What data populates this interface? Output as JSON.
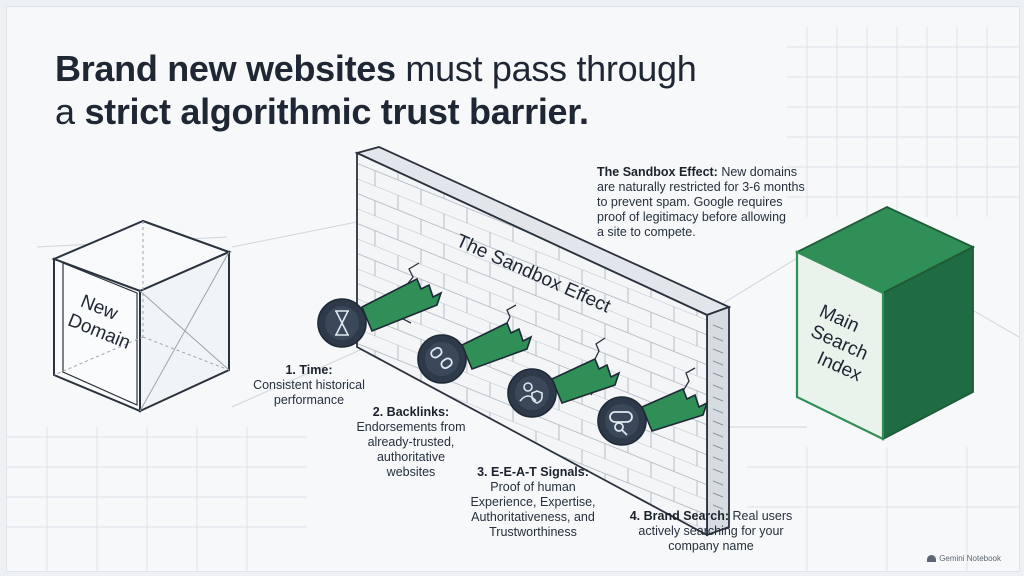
{
  "headline": {
    "line1_bold": "Brand new websites",
    "line1_rest": " must pass through",
    "line2_pre": "a ",
    "line2_bold": "strict algorithmic trust barrier."
  },
  "wall_label": "The Sandbox Effect",
  "new_domain": {
    "line1": "New",
    "line2": "Domain"
  },
  "main_index": {
    "line1": "Main",
    "line2": "Search",
    "line3": "Index"
  },
  "note": {
    "title": "The Sandbox Effect:",
    "lines": [
      "New domains",
      "are naturally restricted for 3-6 months",
      "to prevent spam. Google requires",
      "proof of legitimacy before allowing",
      "a site to compete."
    ]
  },
  "signals": [
    {
      "title": "1. Time:",
      "lines": [
        "Consistent historical",
        "performance"
      ],
      "icon": "hourglass-icon"
    },
    {
      "title": "2. Backlinks:",
      "lines": [
        "Endorsements from",
        "already-trusted,",
        "authoritative",
        "websites"
      ],
      "icon": "link-icon"
    },
    {
      "title": "3. E-E-A-T Signals:",
      "lines": [
        "Proof of human",
        "Experience, Expertise,",
        "Authoritativeness, and",
        "Trustworthiness"
      ],
      "icon": "user-shield-icon"
    },
    {
      "title": "4. Brand Search:",
      "lines_first": "Real users",
      "lines": [
        "actively searching for your",
        "company name"
      ],
      "icon": "search-icon"
    }
  ],
  "colors": {
    "green": "#2f8f57",
    "dark_green": "#1f6b42",
    "key_dark": "#2e3a4a",
    "stroke": "#2a323d"
  },
  "footer": "Gemini Notebook"
}
